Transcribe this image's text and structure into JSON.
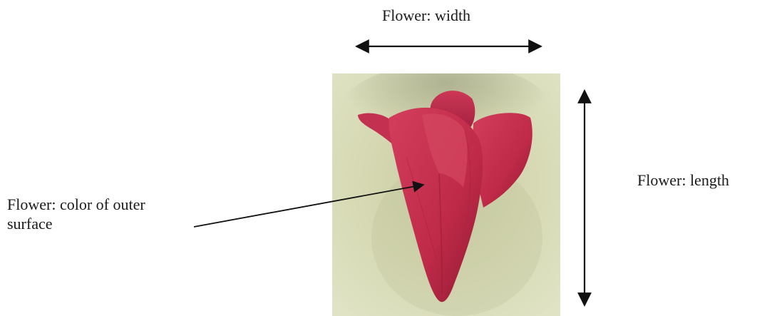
{
  "labels": {
    "width": "Flower: width",
    "length": "Flower: length",
    "color_line1": "Flower: color of outer",
    "color_line2": "surface"
  },
  "colors": {
    "background_photo": "#d9dcb4",
    "petal": "#c8324f",
    "petal_dark": "#9e1f3a",
    "arrow": "#111111"
  }
}
